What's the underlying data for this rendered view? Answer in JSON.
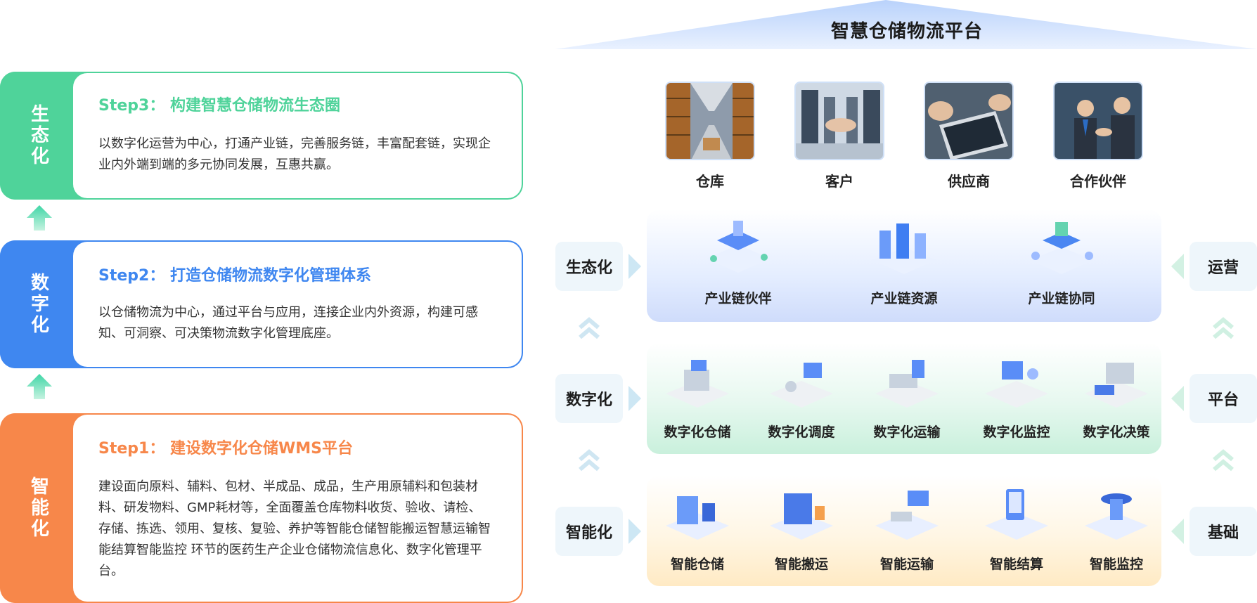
{
  "steps": [
    {
      "side": "生态化",
      "title": "Step3： 构建智慧仓储物流生态圈",
      "desc": "以数字化运营为中心，打通产业链，完善服务链，丰富配套链，实现企业内外端到端的多元协同发展，互惠共赢。",
      "color": "#4fd39a"
    },
    {
      "side": "数字化",
      "title": "Step2： 打造仓储物流数字化管理体系",
      "desc": "以仓储物流为中心，通过平台与应用，连接企业内外资源，构建可感知、可洞察、可决策物流数字化管理底座。",
      "color": "#3f87f0"
    },
    {
      "side": "智能化",
      "title": "Step1： 建设数字化仓储WMS平台",
      "desc": "建设面向原料、辅料、包材、半成品、成品，生产用原辅料和包装材料、研发物料、GMP耗材等，全面覆盖仓库物料收货、验收、请检、存储、拣选、领用、复核、复验、养护等智能仓储智能搬运智慧运输智能结算智能监控 环节的医药生产企业仓储物流信息化、数字化管理平台。",
      "color": "#f7874a"
    }
  ],
  "platform": {
    "title": "智慧仓储物流平台",
    "stakeholders": [
      "仓库",
      "客户",
      "供应商",
      "合作伙伴"
    ],
    "left_tags": [
      "生态化",
      "数字化",
      "智能化"
    ],
    "right_tags": [
      "运营",
      "平台",
      "基础"
    ],
    "ecology": [
      "产业链伙伴",
      "产业链资源",
      "产业链协同"
    ],
    "digital": [
      "数字化仓储",
      "数字化调度",
      "数字化运输",
      "数字化监控",
      "数字化决策"
    ],
    "intelligent": [
      "智能仓储",
      "智能搬运",
      "智能运输",
      "智能结算",
      "智能监控"
    ]
  },
  "colors": {
    "green": "#4fd39a",
    "blue": "#3f87f0",
    "orange": "#f7874a",
    "ecology_band": "#e3edff",
    "digital_band": "#dff7ec",
    "intelligent_band": "#fff3dc"
  }
}
